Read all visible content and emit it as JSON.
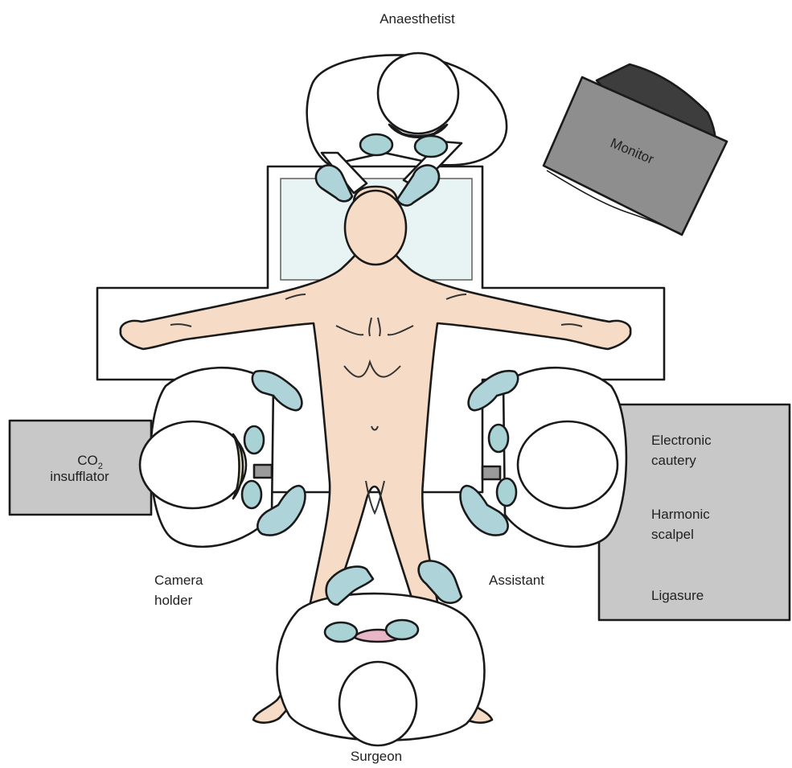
{
  "labels": {
    "anaesthetist": "Anaesthetist",
    "monitor": "Monitor",
    "co2_main": "CO",
    "co2_sub": "2",
    "insufflator": "insufflator",
    "camera_line1": "Camera",
    "camera_line2": "holder",
    "assistant": "Assistant",
    "surgeon": "Surgeon",
    "electronic_line1": "Electronic",
    "electronic_line2": "cautery",
    "harmonic_line1": "Harmonic",
    "harmonic_line2": "scalpel",
    "ligasure": "Ligasure"
  },
  "colors": {
    "skin": "#f6dcc6",
    "glove": "#aed3d9",
    "equipment": "#c8c8c8",
    "headrest": "#e8f4f4",
    "mask": "#e9b6c7"
  }
}
